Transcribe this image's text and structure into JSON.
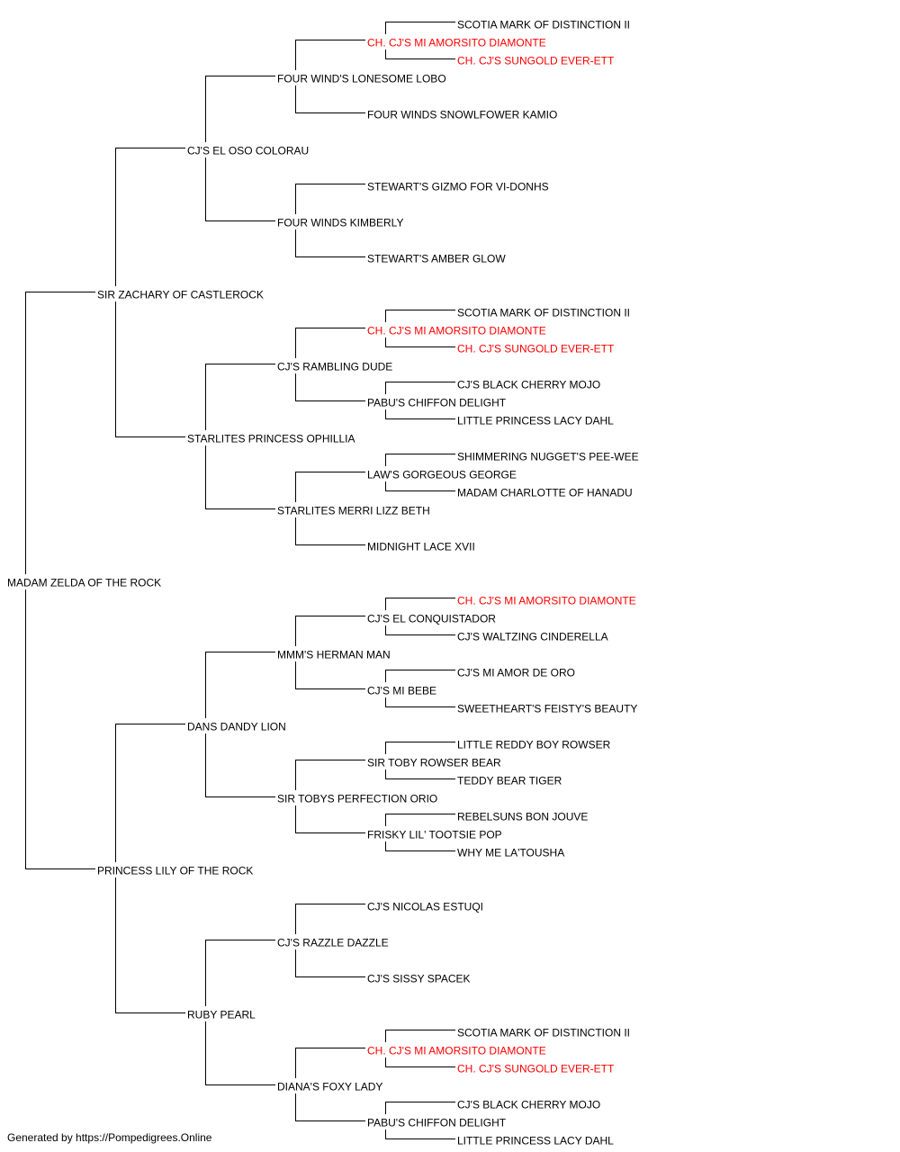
{
  "colors": {
    "normal": "#000000",
    "highlight": "#ff0000",
    "line": "#000000"
  },
  "pedigree": {
    "name": "MADAM ZELDA OF THE ROCK",
    "sire": {
      "name": "SIR ZACHARY OF CASTLEROCK",
      "sire": {
        "name": "CJ'S EL OSO COLORAU",
        "sire": {
          "name": "FOUR WIND'S LONESOME LOBO",
          "sire": {
            "name": "CH. CJ'S MI AMORSITO DIAMONTE",
            "highlight": true,
            "sire": {
              "name": "SCOTIA MARK OF DISTINCTION II"
            },
            "dam": {
              "name": "CH. CJ'S SUNGOLD EVER-ETT",
              "highlight": true
            }
          },
          "dam": {
            "name": "FOUR WINDS SNOWLFOWER KAMIO"
          }
        },
        "dam": {
          "name": "FOUR WINDS KIMBERLY",
          "sire": {
            "name": "STEWART'S GIZMO FOR VI-DONHS"
          },
          "dam": {
            "name": "STEWART'S AMBER GLOW"
          }
        }
      },
      "dam": {
        "name": "STARLITES PRINCESS OPHILLIA",
        "sire": {
          "name": "CJ'S RAMBLING DUDE",
          "sire": {
            "name": "CH. CJ'S MI AMORSITO DIAMONTE",
            "highlight": true,
            "sire": {
              "name": "SCOTIA MARK OF DISTINCTION II"
            },
            "dam": {
              "name": "CH. CJ'S SUNGOLD EVER-ETT",
              "highlight": true
            }
          },
          "dam": {
            "name": "PABU'S CHIFFON DELIGHT",
            "sire": {
              "name": "CJ'S BLACK CHERRY MOJO"
            },
            "dam": {
              "name": "LITTLE PRINCESS LACY DAHL"
            }
          }
        },
        "dam": {
          "name": "STARLITES MERRI LIZZ BETH",
          "sire": {
            "name": "LAW'S GORGEOUS GEORGE",
            "sire": {
              "name": "SHIMMERING NUGGET'S PEE-WEE"
            },
            "dam": {
              "name": "MADAM CHARLOTTE OF HANADU"
            }
          },
          "dam": {
            "name": "MIDNIGHT LACE XVII"
          }
        }
      }
    },
    "dam": {
      "name": "PRINCESS LILY OF THE ROCK",
      "sire": {
        "name": "DANS DANDY LION",
        "sire": {
          "name": "MMM'S HERMAN MAN",
          "sire": {
            "name": "CJ'S EL CONQUISTADOR",
            "sire": {
              "name": "CH. CJ'S MI AMORSITO DIAMONTE",
              "highlight": true
            },
            "dam": {
              "name": "CJ'S WALTZING CINDERELLA"
            }
          },
          "dam": {
            "name": "CJ'S MI BEBE",
            "sire": {
              "name": "CJ'S MI AMOR DE ORO"
            },
            "dam": {
              "name": "SWEETHEART'S FEISTY'S BEAUTY"
            }
          }
        },
        "dam": {
          "name": "SIR TOBYS PERFECTION ORIO",
          "sire": {
            "name": "SIR TOBY ROWSER BEAR",
            "sire": {
              "name": "LITTLE REDDY BOY ROWSER"
            },
            "dam": {
              "name": "TEDDY BEAR TIGER"
            }
          },
          "dam": {
            "name": "FRISKY LIL' TOOTSIE POP",
            "sire": {
              "name": "REBELSUNS BON JOUVE"
            },
            "dam": {
              "name": "WHY ME LA'TOUSHA"
            }
          }
        }
      },
      "dam": {
        "name": "RUBY PEARL",
        "sire": {
          "name": "CJ'S RAZZLE DAZZLE",
          "sire": {
            "name": "CJ'S NICOLAS ESTUQI"
          },
          "dam": {
            "name": "CJ'S SISSY SPACEK"
          }
        },
        "dam": {
          "name": "DIANA'S FOXY LADY",
          "sire": {
            "name": "CH. CJ'S MI AMORSITO DIAMONTE",
            "highlight": true,
            "sire": {
              "name": "SCOTIA MARK OF DISTINCTION II"
            },
            "dam": {
              "name": "CH. CJ'S SUNGOLD EVER-ETT",
              "highlight": true
            }
          },
          "dam": {
            "name": "PABU'S CHIFFON DELIGHT",
            "sire": {
              "name": "CJ'S BLACK CHERRY MOJO"
            },
            "dam": {
              "name": "LITTLE PRINCESS LACY DAHL"
            }
          }
        }
      }
    }
  },
  "footer": {
    "text": "Generated by https://Pompedigrees.Online"
  }
}
